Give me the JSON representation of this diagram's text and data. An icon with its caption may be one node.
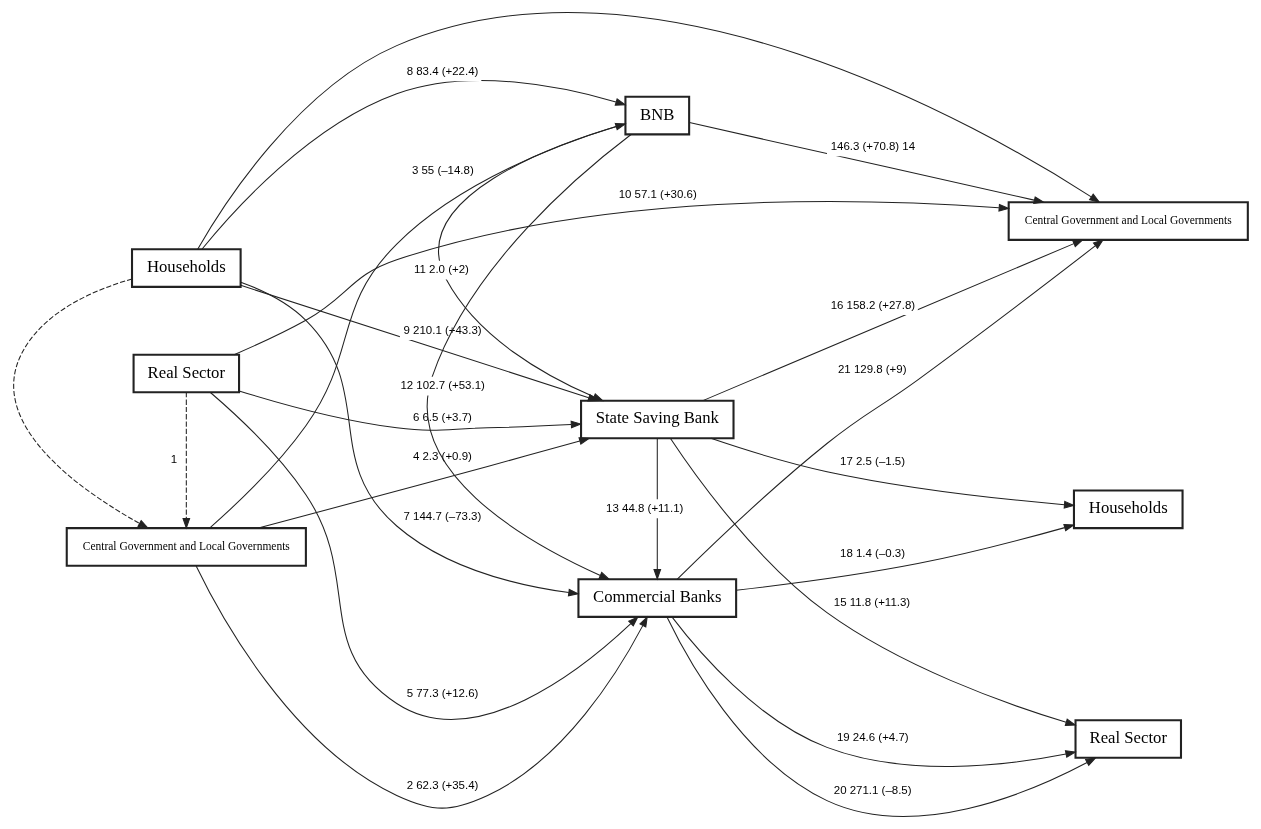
{
  "diagram": {
    "nodes": [
      {
        "text": [
          "Central Government and Local Governments"
        ]
      },
      {
        "text": [
          "Commercial Banks"
        ]
      },
      {
        "text": [
          "Real Sector"
        ]
      },
      {
        "text": [
          "BNB"
        ]
      },
      {
        "text": [
          "Households"
        ]
      },
      {
        "text": [
          "Real Sector"
        ]
      },
      {
        "text": [
          "Households"
        ]
      },
      {
        "text": [
          "State Saving Bank"
        ]
      },
      {
        "text": [
          "Central Government and Local Governments"
        ]
      }
    ],
    "edges": [
      {
        "from": 2,
        "to": 0,
        "arrow": "to",
        "style": "dashed",
        "label": "1"
      },
      {
        "from": 4,
        "to": 0,
        "arrow": "to",
        "style": "dashed"
      },
      {
        "from": 0,
        "to": 1,
        "arrow": "to",
        "label": "2 62.3 (+35.4)"
      },
      {
        "from": 0,
        "to": 3,
        "arrow": "to",
        "label": "3 55 (–14.8)"
      },
      {
        "from": 0,
        "to": 7,
        "arrow": "to",
        "label": "4 2.3 (+0.9)"
      },
      {
        "from": 2,
        "to": 1,
        "arrow": "to",
        "label": "5 77.3 (+12.6)"
      },
      {
        "from": 2,
        "to": 7,
        "arrow": "to",
        "label": "6 6.5 (+3.7)"
      },
      {
        "from": 4,
        "to": 1,
        "arrow": "to",
        "label": "7 144.7 (–73.3)"
      },
      {
        "from": 4,
        "to": 3,
        "arrow": "to",
        "label": "8 83.4 (+22.4)"
      },
      {
        "from": 4,
        "to": 7,
        "arrow": "to",
        "label": "9 210.1 (+43.3)"
      },
      {
        "from": 2,
        "to": 8,
        "arrow": "to",
        "label": "10 57.1 (+30.6)"
      },
      {
        "from": 4,
        "to": 8,
        "arrow": "to"
      },
      {
        "from": 3,
        "to": 7,
        "arrow": "to",
        "label": "11 2.0 (+2)"
      },
      {
        "from": 3,
        "to": 1,
        "arrow": "to",
        "label": "12 102.7 (+53.1)"
      },
      {
        "from": 7,
        "to": 1,
        "arrow": "to",
        "label": "13 44.8 (+11.1)"
      },
      {
        "from": 3,
        "to": 8,
        "arrow": "to",
        "label": "146.3 (+70.8) 14"
      },
      {
        "from": 7,
        "to": 5,
        "arrow": "to",
        "label": "15 11.8 (+11.3)"
      },
      {
        "from": 7,
        "to": 8,
        "arrow": "to",
        "label": "16 158.2 (+27.8)"
      },
      {
        "from": 7,
        "to": 6,
        "arrow": "to",
        "label": "17 2.5 (–1.5)"
      },
      {
        "from": 1,
        "to": 6,
        "arrow": "to",
        "label": "18 1.4 (–0.3)"
      },
      {
        "from": 1,
        "to": 5,
        "arrow": "to",
        "label": "19 24.6 (+4.7)"
      },
      {
        "from": 1,
        "to": 5,
        "arrow": "to",
        "label": "20 271.1 (–8.5)"
      },
      {
        "from": 1,
        "to": 8,
        "arrow": "to",
        "label": "21 129.8 (+9)"
      }
    ]
  }
}
